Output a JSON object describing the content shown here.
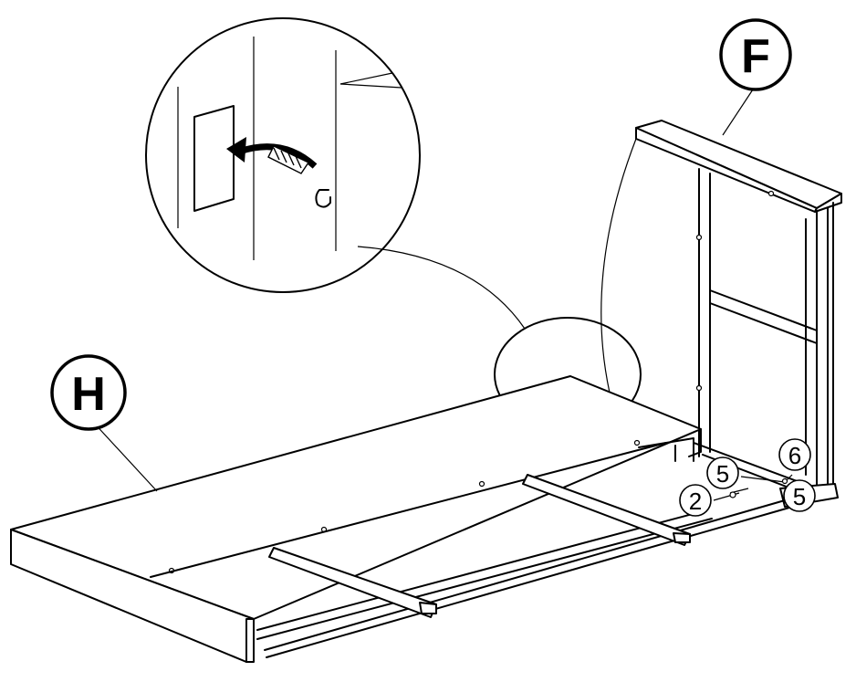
{
  "labels": {
    "part_f": "F",
    "part_h": "H"
  },
  "callouts": {
    "screw_a": "2",
    "bolt_left": "5",
    "bolt_right": "5",
    "washer": "6"
  }
}
